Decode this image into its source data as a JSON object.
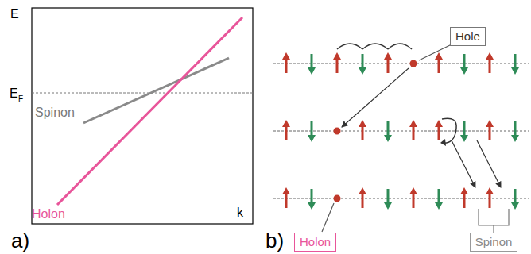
{
  "diagram": {
    "nodes": [
      {
        "text": [
          "Hole"
        ]
      },
      {
        "text": [
          "Holon"
        ]
      },
      {
        "text": [
          "Spinon"
        ]
      }
    ],
    "labels": [
      "E",
      "E",
      "F",
      "Spinon",
      "Holon",
      "k",
      "a)",
      "b)"
    ]
  }
}
